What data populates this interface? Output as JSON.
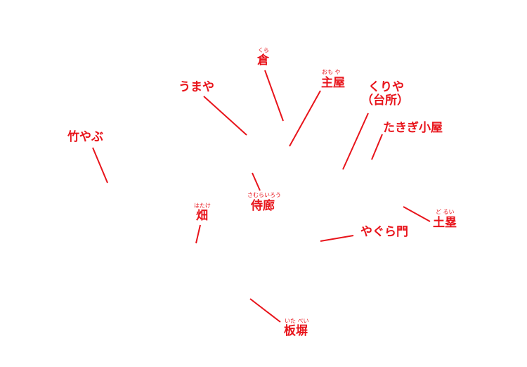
{
  "colors": {
    "label": "#e8141b",
    "leader": "#e8141b",
    "background": "#ffffff"
  },
  "labels": {
    "kura": {
      "text": "倉",
      "furigana": "くら"
    },
    "omoya": {
      "text": "主屋",
      "furigana": "おも や"
    },
    "umaya": {
      "text": "うまや"
    },
    "kuriya_line1": {
      "text": "くりや"
    },
    "kuriya_line2": {
      "text": "（台所）"
    },
    "takigigoya": {
      "text": "たきぎ小屋"
    },
    "takeyabu": {
      "text": "竹やぶ"
    },
    "saburairou": {
      "text": "侍廊",
      "furigana": "さむらいろう"
    },
    "hatake": {
      "text": "畑",
      "furigana": "はたけ"
    },
    "doryui": {
      "text": "土塁",
      "furigana": "ど るい"
    },
    "yaguramon": {
      "text": "やぐら門"
    },
    "itabei": {
      "text": "板塀",
      "furigana": "いた べい"
    }
  }
}
